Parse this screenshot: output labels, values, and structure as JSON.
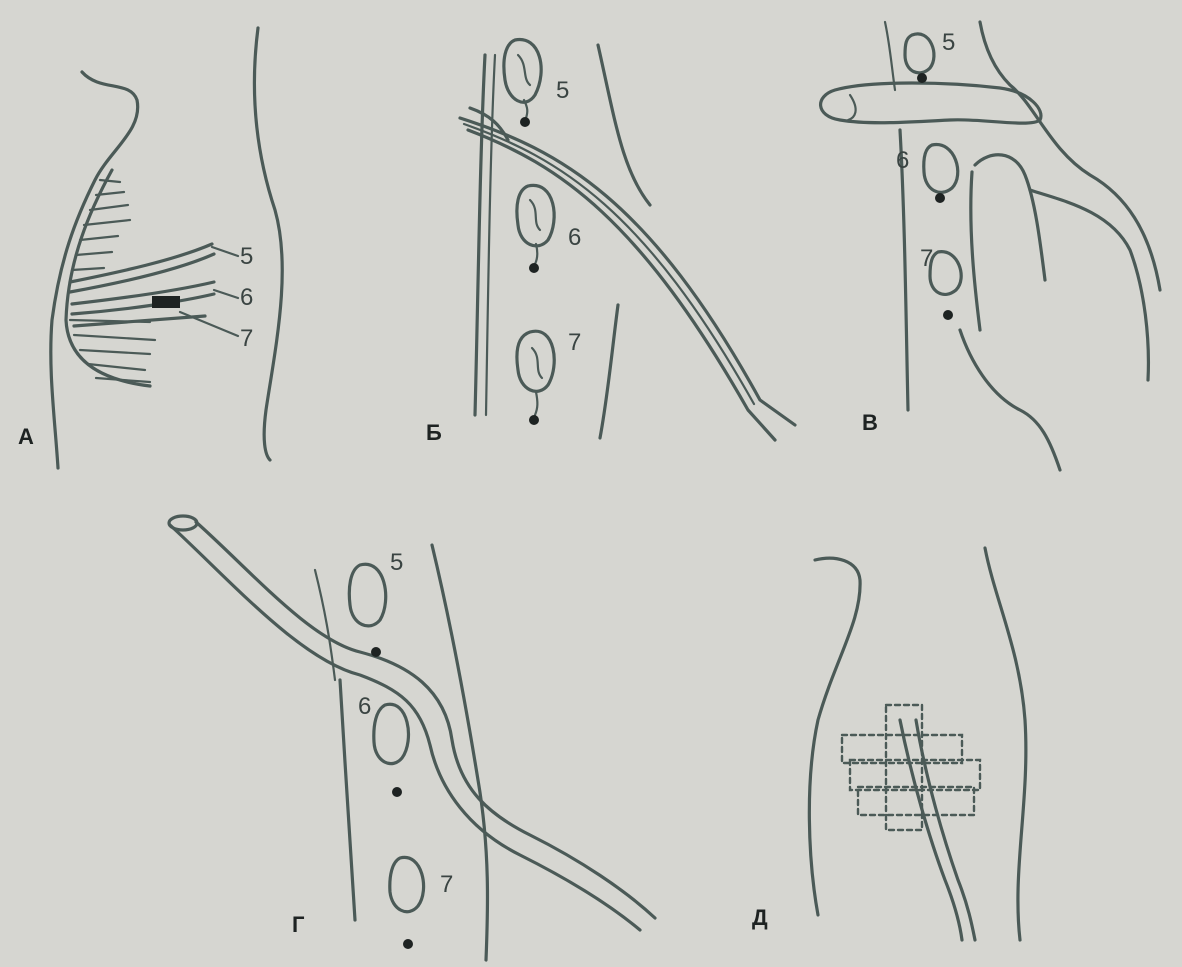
{
  "panels": [
    {
      "letter": "А",
      "rib_labels": [
        "5",
        "6",
        "7"
      ]
    },
    {
      "letter": "Б",
      "rib_labels": [
        "5",
        "6",
        "7"
      ]
    },
    {
      "letter": "В",
      "rib_labels": [
        "5",
        "6",
        "7"
      ]
    },
    {
      "letter": "Г",
      "rib_labels": [
        "5",
        "6",
        "7"
      ]
    },
    {
      "letter": "Д",
      "rib_labels": []
    }
  ],
  "colors": {
    "background": "#d6d6d1",
    "ink": "#4b5a57",
    "dot": "#1e2322"
  }
}
